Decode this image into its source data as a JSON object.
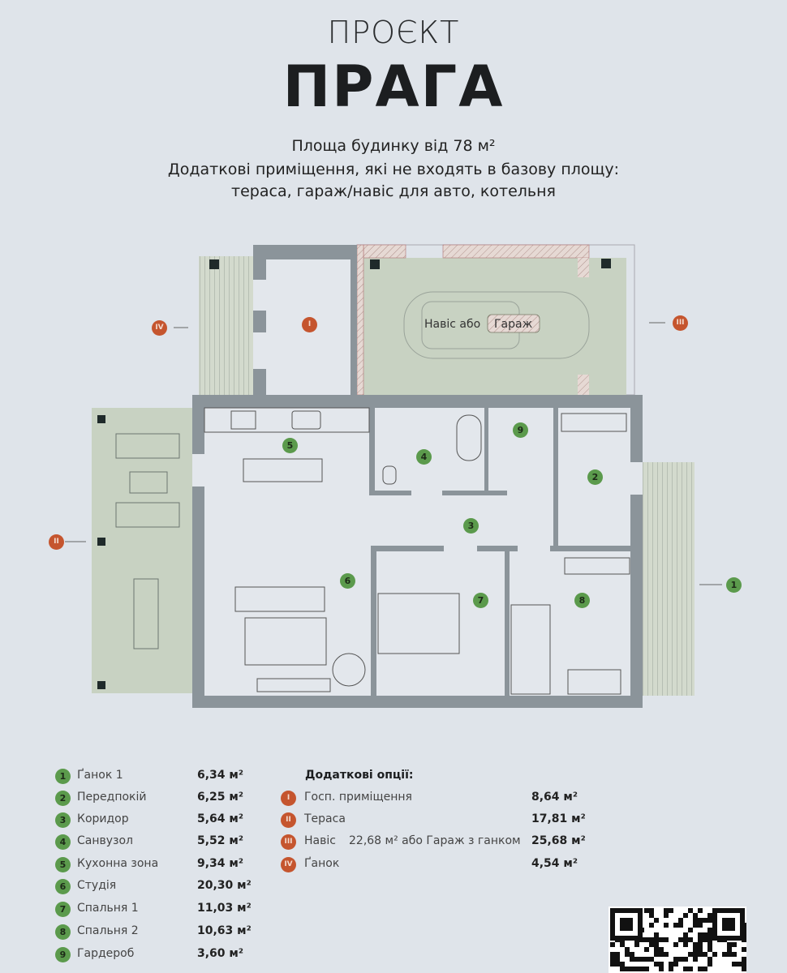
{
  "header": {
    "kicker": "ПРОЄКТ",
    "title": "ПРАГА",
    "lines": [
      "Площа будинку від 78 м²",
      "Додаткові приміщення, які не входять в базову площу:",
      "тераса, гараж/навіс для авто, котельня"
    ]
  },
  "plan": {
    "garage_label_prefix": "Навіс або",
    "garage_label_box": "Гараж",
    "colors": {
      "green_badge": "#5b9a4c",
      "orange_badge": "#c5552e",
      "wall": "#8b949a",
      "green_area": "#c8d2c2"
    }
  },
  "rooms": [
    {
      "num": "1",
      "name": "Ґанок 1",
      "area": "6,34 м²"
    },
    {
      "num": "2",
      "name": "Передпокій",
      "area": "6,25 м²"
    },
    {
      "num": "3",
      "name": "Коридор",
      "area": "5,64 м²"
    },
    {
      "num": "4",
      "name": "Санвузол",
      "area": "5,52 м²"
    },
    {
      "num": "5",
      "name": "Кухонна зона",
      "area": "9,34 м²"
    },
    {
      "num": "6",
      "name": "Студія",
      "area": "20,30 м²"
    },
    {
      "num": "7",
      "name": "Спальня 1",
      "area": "11,03 м²"
    },
    {
      "num": "8",
      "name": "Спальня 2",
      "area": "10,63 м²"
    },
    {
      "num": "9",
      "name": "Гардероб",
      "area": "3,60 м²"
    }
  ],
  "options": {
    "heading": "Додаткові опції:",
    "items": [
      {
        "num": "I",
        "name": "Госп. приміщення",
        "area": "8,64 м²"
      },
      {
        "num": "II",
        "name": "Тераса",
        "area": "17,81 м²"
      },
      {
        "num": "III",
        "name": "Навіс",
        "mid": "22,68 м² або Гараж з ганком",
        "area": "25,68 м²"
      },
      {
        "num": "IV",
        "name": "Ґанок",
        "area": "4,54 м²"
      }
    ]
  }
}
